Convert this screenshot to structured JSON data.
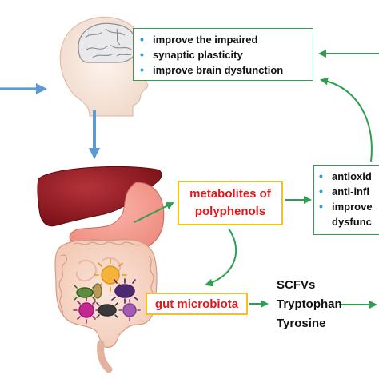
{
  "brain_box": {
    "items": [
      "improve the impaired",
      "synaptic plasticity",
      "improve brain dysfunction"
    ]
  },
  "metabolites_box": {
    "label": "metabolites of\npolyphenols"
  },
  "microbiota_box": {
    "label": "gut microbiota"
  },
  "effects_box": {
    "items": [
      "antioxid",
      "anti-infl",
      "improve",
      "dysfunc"
    ]
  },
  "products": {
    "line1": "SCFVs",
    "line2": "Tryptophan",
    "line3": "Tyrosine"
  },
  "colors": {
    "green_arrow": "#2e9e4f",
    "blue_arrow": "#5b9bd5",
    "yellow_border": "#f2c218",
    "red_text": "#e8141b"
  }
}
